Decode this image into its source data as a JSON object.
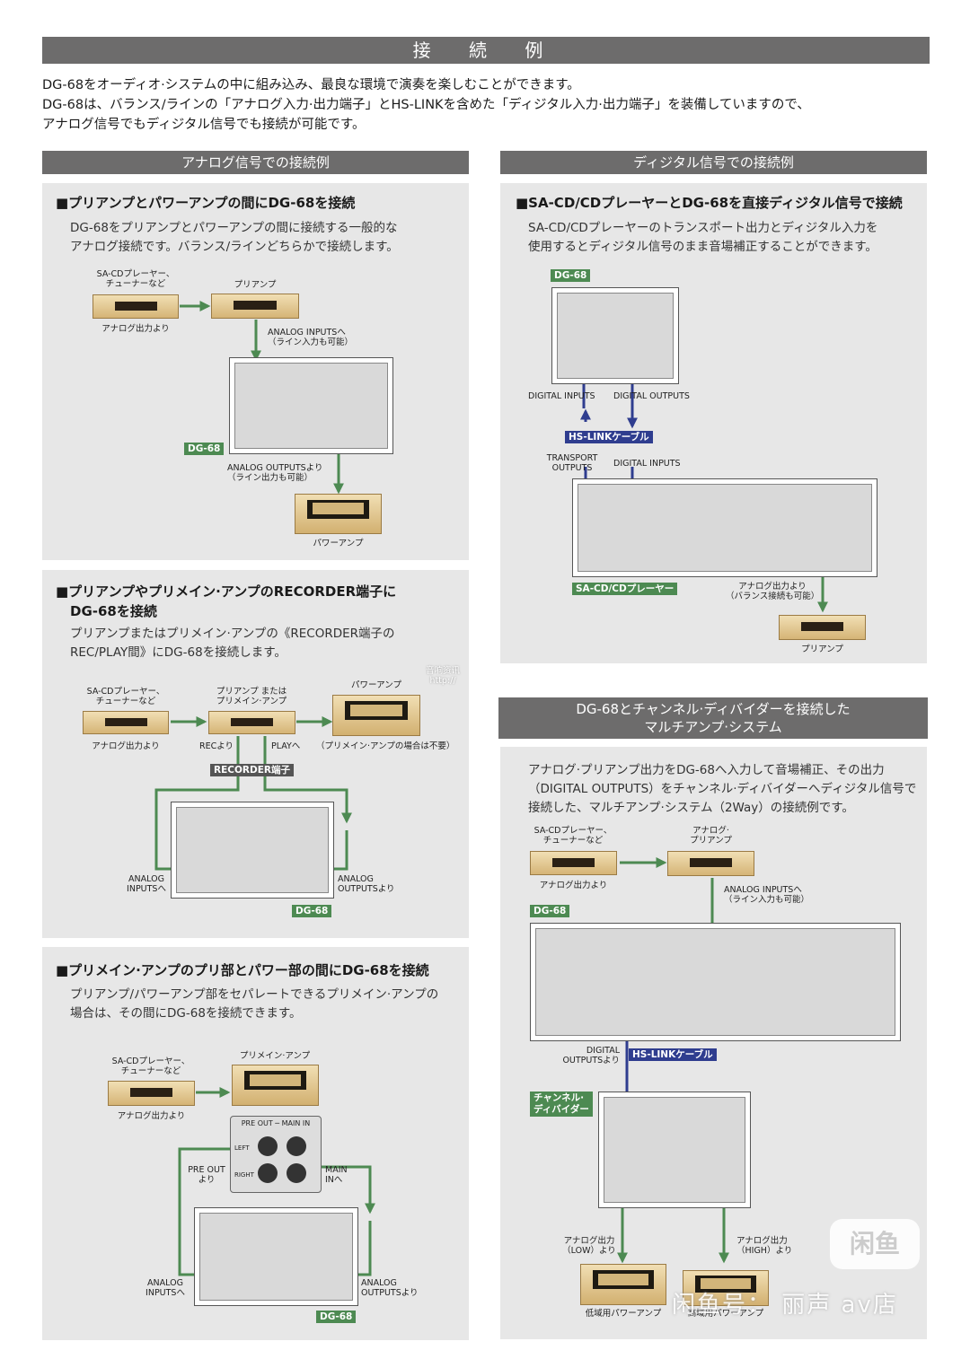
{
  "title": "接 続 例",
  "intro": [
    "DG-68をオーディオ·システムの中に組み込み、最良な環境で演奏を楽しむことができます。",
    "DG-68は、バランス/ラインの「アナログ入力·出力端子」とHS-LINKを含めた「ディジタル入力·出力端子」を装備していますので、",
    "アナログ信号でもディジタル信号でも接続が可能です。"
  ],
  "analog_header": "アナログ信号での接続例",
  "digital_header": "ディジタル信号での接続例",
  "multi_header": [
    "DG-68とチャンネル·ディバイダーを接続した",
    "マルチアンプ·システム"
  ],
  "p1": {
    "title": "■プリアンプとパワーアンプの間にDG-68を接続",
    "desc": [
      "DG-68をプリアンプとパワーアンプの間に接続する一般的な",
      "アナログ接続です。バランス/ラインどちらかで接続します。"
    ],
    "src": [
      "SA-CDプレーヤー、",
      "チューナーなど"
    ],
    "src_out": "アナログ出力より",
    "pre": "プリアンプ",
    "in_note": [
      "ANALOG INPUTSへ",
      "（ライン入力も可能）"
    ],
    "tag": "DG-68",
    "out_note": [
      "ANALOG OUTPUTSより",
      "（ライン出力も可能）"
    ],
    "power": "パワーアンプ"
  },
  "p2": {
    "title": [
      "■プリアンプやプリメイン·アンプのRECORDER端子に",
      "DG-68を接続"
    ],
    "desc": [
      "プリアンプまたはプリメイン·アンプの《RECORDER端子の",
      "REC/PLAY間》にDG-68を接続します。"
    ],
    "src": [
      "SA-CDプレーヤー、",
      "チューナーなど"
    ],
    "src_out": "アナログ出力より",
    "pre": [
      "プリアンプ または",
      "プリメイン·アンプ"
    ],
    "power": "パワーアンプ",
    "rec": "RECより",
    "play": "PLAYへ",
    "note": "（プリメイン·アンプの場合は不要）",
    "recorder": "RECORDER端子",
    "in": [
      "ANALOG",
      "INPUTSへ"
    ],
    "out": [
      "ANALOG",
      "OUTPUTSより"
    ],
    "tag": "DG-68"
  },
  "p3": {
    "title": "■プリメイン·アンプのプリ部とパワー部の間にDG-68を接続",
    "desc": [
      "プリアンプ/パワーアンプ部をセパレートできるプリメイン·アンプの",
      "場合は、その間にDG-68を接続できます。"
    ],
    "src": [
      "SA-CDプレーヤー、",
      "チューナーなど"
    ],
    "src_out": "アナログ出力より",
    "integ": "プリメイン·アンプ",
    "preout": [
      "PRE OUT",
      "より"
    ],
    "mainin": [
      "MAIN",
      "INへ"
    ],
    "jack_hdr": "PRE OUT ─ MAIN IN",
    "left": "LEFT",
    "right": "RIGHT",
    "in": [
      "ANALOG",
      "INPUTSへ"
    ],
    "out": [
      "ANALOG",
      "OUTPUTSより"
    ],
    "tag": "DG-68"
  },
  "d1": {
    "title": "■SA-CD/CDプレーヤーとDG-68を直接ディジタル信号で接続",
    "desc": [
      "SA-CD/CDプレーヤーのトランスポート出力とディジタル入力を",
      "使用するとディジタル信号のまま音場補正することができます。"
    ],
    "tag": "DG-68",
    "din": "DIGITAL INPUTS",
    "dout": "DIGITAL OUTPUTS",
    "hs": "HS-LINKケーブル",
    "transport": [
      "TRANSPORT",
      "OUTPUTS"
    ],
    "din2": "DIGITAL INPUTS",
    "player": "SA-CD/CDプレーヤー",
    "aout": [
      "アナログ出力より",
      "（バランス接続も可能）"
    ],
    "pre": "プリアンプ"
  },
  "m1": {
    "desc": [
      "アナログ·プリアンプ出力をDG-68へ入力して音場補正、その出力",
      "（DIGITAL OUTPUTS）をチャンネル·ディバイダーへディジタル信号で",
      "接続した、マルチアンプ·システム（2Way）の接続例です。"
    ],
    "src": [
      "SA-CDプレーヤー、",
      "チューナーなど"
    ],
    "src_out": "アナログ出力より",
    "pre": [
      "アナログ·",
      "プリアンプ"
    ],
    "in_note": [
      "ANALOG INPUTSへ",
      "（ライン入力も可能）"
    ],
    "tag": "DG-68",
    "dout": [
      "DIGITAL",
      "OUTPUTSより"
    ],
    "hs": "HS-LINKケーブル",
    "divider": [
      "チャンネル·",
      "ディバイダー"
    ],
    "low": [
      "アナログ出力",
      "（LOW）より"
    ],
    "high": [
      "アナログ出力",
      "（HIGH）より"
    ],
    "low_amp": "低域用パワーアンプ",
    "high_amp": "高域用パワーアンプ"
  },
  "watermark": {
    "text": "闲鱼号： 丽声 av店",
    "logo": "闲鱼",
    "faint": [
      "音响资讯",
      "http://"
    ]
  },
  "colors": {
    "banner": "#6d6c6c",
    "panel": "#e7e7e7",
    "green": "#4d8a52",
    "blue": "#2f3d8f"
  }
}
